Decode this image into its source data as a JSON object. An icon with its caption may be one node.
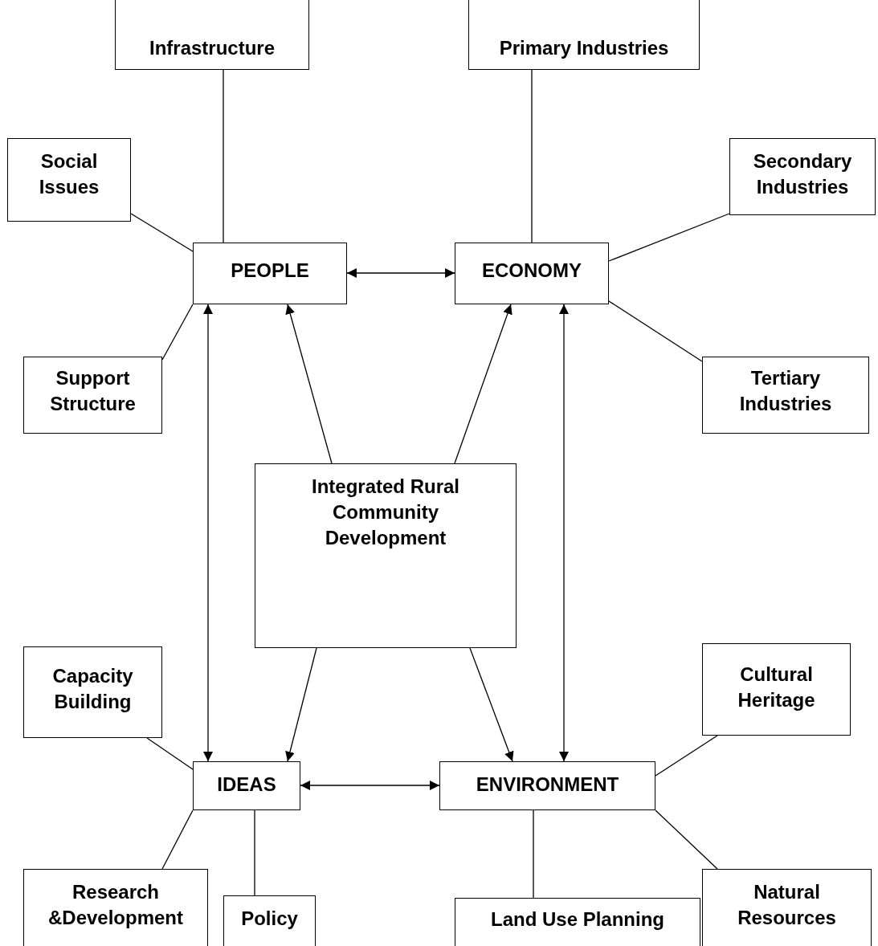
{
  "diagram": {
    "nodes": [
      {
        "text": [
          "Infrastructure"
        ]
      },
      {
        "text": [
          "Primary Industries"
        ]
      },
      {
        "text": [
          "Social Issues"
        ]
      },
      {
        "text": [
          "Secondary Industries"
        ]
      },
      {
        "text": [
          "PEOPLE"
        ]
      },
      {
        "text": [
          "ECONOMY"
        ]
      },
      {
        "text": [
          "Support Structure"
        ]
      },
      {
        "text": [
          "Tertiary Industries"
        ]
      },
      {
        "text": [
          "Integrated Rural Community Development"
        ]
      },
      {
        "text": [
          "Capacity Building"
        ]
      },
      {
        "text": [
          "Cultural Heritage"
        ]
      },
      {
        "text": [
          "IDEAS"
        ]
      },
      {
        "text": [
          "ENVIRONMENT"
        ]
      },
      {
        "text": [
          "Research &Development"
        ]
      },
      {
        "text": [
          "Policy"
        ]
      },
      {
        "text": [
          "Land Use Planning"
        ]
      },
      {
        "text": [
          "Natural Resources"
        ]
      }
    ],
    "edges": [
      {
        "from": 0,
        "to": 4,
        "arrow": "none"
      },
      {
        "from": 1,
        "to": 5,
        "arrow": "none"
      },
      {
        "from": 2,
        "to": 4,
        "arrow": "none"
      },
      {
        "from": 3,
        "to": 5,
        "arrow": "none"
      },
      {
        "from": 6,
        "to": 4,
        "arrow": "none"
      },
      {
        "from": 7,
        "to": 5,
        "arrow": "none"
      },
      {
        "from": 4,
        "to": 5,
        "arrow": "both"
      },
      {
        "from": 4,
        "to": 11,
        "arrow": "both"
      },
      {
        "from": 5,
        "to": 12,
        "arrow": "both"
      },
      {
        "from": 8,
        "to": 4,
        "arrow": "to"
      },
      {
        "from": 8,
        "to": 5,
        "arrow": "to"
      },
      {
        "from": 8,
        "to": 11,
        "arrow": "to"
      },
      {
        "from": 8,
        "to": 12,
        "arrow": "to"
      },
      {
        "from": 11,
        "to": 12,
        "arrow": "both"
      },
      {
        "from": 9,
        "to": 11,
        "arrow": "none"
      },
      {
        "from": 13,
        "to": 11,
        "arrow": "none"
      },
      {
        "from": 14,
        "to": 11,
        "arrow": "none"
      },
      {
        "from": 15,
        "to": 12,
        "arrow": "none"
      },
      {
        "from": 10,
        "to": 12,
        "arrow": "none"
      },
      {
        "from": 16,
        "to": 12,
        "arrow": "none"
      }
    ]
  }
}
